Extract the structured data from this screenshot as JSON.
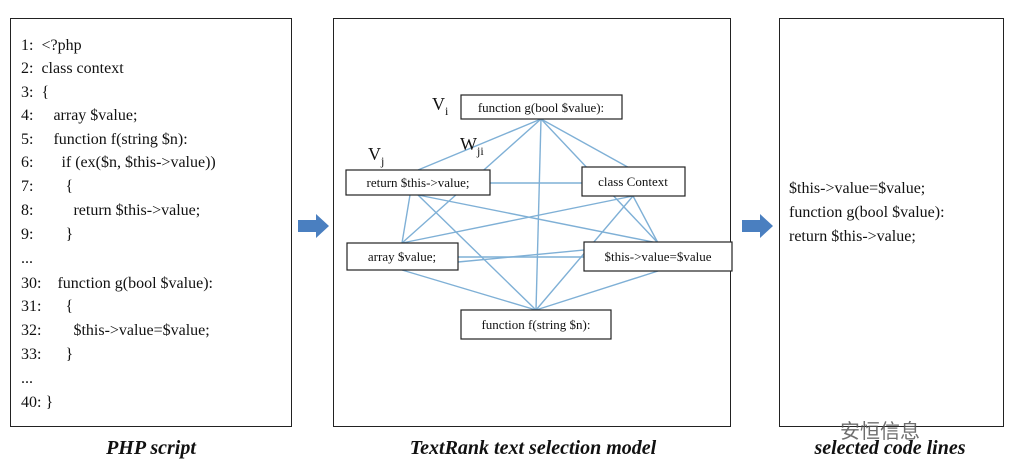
{
  "code_panel": {
    "caption": "PHP script",
    "lines": [
      "1:  <?php",
      "2:  class context",
      "3:  {",
      "4:     array $value;",
      "5:     function f(string $n):",
      "6:       if (ex($n, $this->value))",
      "7:        {",
      "8:          return $this->value;",
      "9:        }",
      "...",
      "30:    function g(bool $value):",
      "31:      {",
      "32:        $this->value=$value;",
      "33:      }",
      "...",
      "40: }"
    ]
  },
  "graph_panel": {
    "caption": "TextRank text selection model",
    "nodes": [
      {
        "id": "g",
        "label": "function g(bool $value):"
      },
      {
        "id": "ret",
        "label": "return $this->value;"
      },
      {
        "id": "cls",
        "label": "class Context"
      },
      {
        "id": "arr",
        "label": "array $value;"
      },
      {
        "id": "asg",
        "label": "$this->value=$value"
      },
      {
        "id": "f",
        "label": "function f(string $n):"
      }
    ],
    "labels": {
      "vi": {
        "main": "V",
        "sub": "i"
      },
      "vj": {
        "main": "V",
        "sub": "j"
      },
      "wji": {
        "main": "W",
        "sub": "ji"
      }
    },
    "edge_color": "#7fb0d6"
  },
  "selected_panel": {
    "caption": "selected code lines",
    "lines": [
      "$this->value=$value;",
      "function g(bool $value):",
      "return $this->value;"
    ]
  },
  "arrow_color": "#4a7fc0",
  "watermark": "安恒信息"
}
